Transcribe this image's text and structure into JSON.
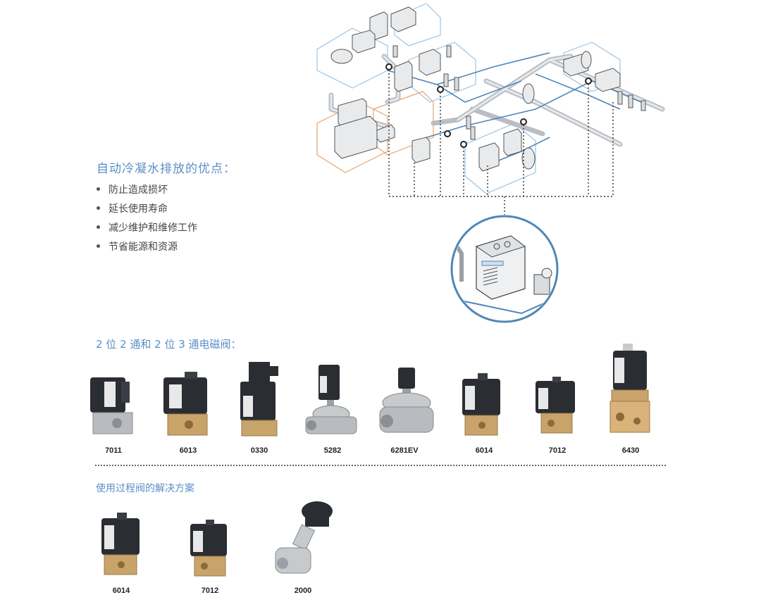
{
  "diagram": {
    "label": "system-diagram"
  },
  "advantages": {
    "title": "自动冷凝水排放的优点：",
    "items": [
      "防止造成损坏",
      "延长使用寿命",
      "减少维护和维修工作",
      "节省能源和资源"
    ]
  },
  "valves": {
    "title": "2 位 2 通和 2 位 3 通电磁阀：",
    "products": [
      {
        "code": "7011",
        "base": "silver"
      },
      {
        "code": "6013",
        "base": "brass"
      },
      {
        "code": "0330",
        "base": "brass"
      },
      {
        "code": "5282",
        "base": "silver"
      },
      {
        "code": "6281EV",
        "base": "silver"
      },
      {
        "code": "6014",
        "base": "brass"
      },
      {
        "code": "7012",
        "base": "brass"
      },
      {
        "code": "6430",
        "base": "brass"
      }
    ]
  },
  "process": {
    "title": "使用过程阀的解决方案",
    "products": [
      {
        "code": "6014",
        "base": "brass"
      },
      {
        "code": "7012",
        "base": "brass"
      },
      {
        "code": "2000",
        "base": "silver"
      }
    ]
  },
  "colors": {
    "accent": "#5a8fc7",
    "pipe_blue": "#4f86b8",
    "pipe_orange": "#e9a36a",
    "brass": "#c9a46a",
    "steel": "#b8bcc0",
    "coil": "#2a2e33"
  }
}
